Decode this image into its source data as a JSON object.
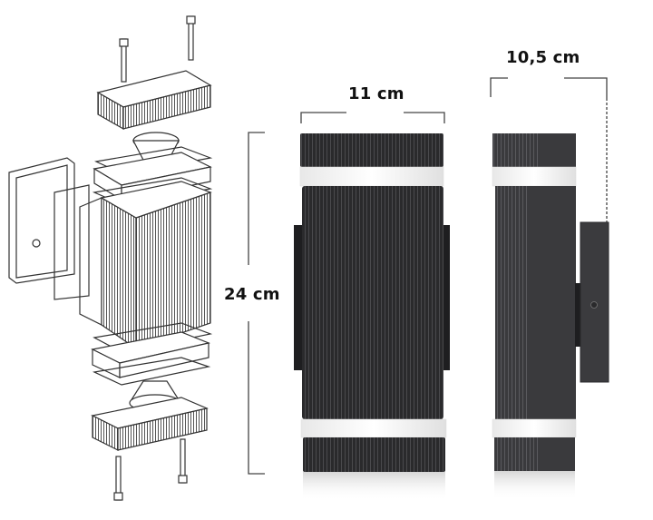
{
  "diagram": {
    "type": "product-dimension-diagram",
    "subject": "double wall lamp (up/down), ribbed black housing",
    "views": [
      {
        "id": "exploded",
        "label": "exploded assembly view"
      },
      {
        "id": "front",
        "label": "front view"
      },
      {
        "id": "side",
        "label": "side view with wall mount bracket"
      }
    ],
    "dimensions": {
      "width": {
        "label": "11 cm",
        "value": 11,
        "unit": "cm"
      },
      "height": {
        "label": "24 cm",
        "value": 24,
        "unit": "cm"
      },
      "depth": {
        "label": "10,5 cm",
        "value": 10.5,
        "unit": "cm"
      }
    },
    "colors": {
      "housing": "#2b2b2d",
      "housing_side": "#3a3a3c",
      "light_band": "#f2f2f2",
      "line": "#333333",
      "background": "#ffffff"
    }
  }
}
